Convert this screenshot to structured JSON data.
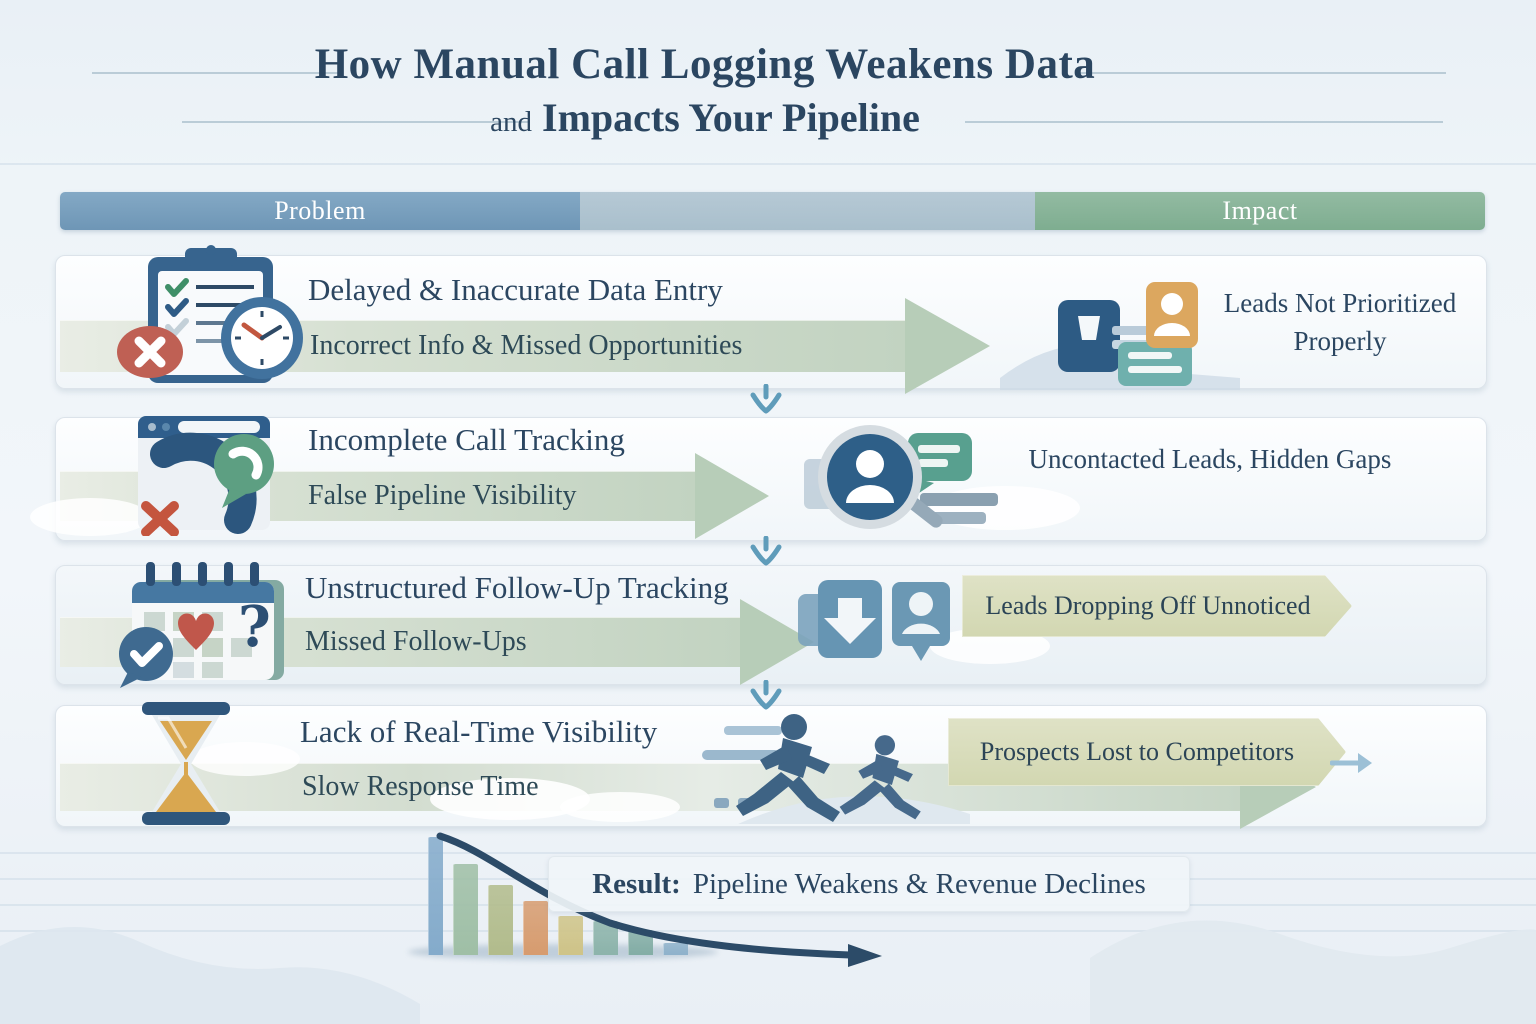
{
  "title": {
    "line1": "How Manual Call Logging Weakens Data",
    "line2_prefix": "and",
    "line2": "Impacts Your Pipeline"
  },
  "header": {
    "problem_label": "Problem",
    "impact_label": "Impact"
  },
  "rows": [
    {
      "problem_title": "Delayed & Inaccurate Data Entry",
      "problem_subtitle": "Incorrect Info & Missed Opportunities",
      "impact_text": "Leads Not Prioritized Properly",
      "problem_icon": "clipboard-checklist-clock-error-icon",
      "impact_icon": "crm-cards-lead-avatar-icon"
    },
    {
      "problem_title": "Incomplete Call Tracking",
      "problem_subtitle": "False Pipeline Visibility",
      "impact_text": "Uncontacted Leads, Hidden Gaps",
      "problem_icon": "browser-missed-call-icon",
      "impact_icon": "lead-search-magnifier-icon"
    },
    {
      "problem_title": "Unstructured Follow-Up Tracking",
      "problem_subtitle": "Missed Follow-Ups",
      "impact_text": "Leads Dropping Off Unnoticed",
      "problem_icon": "calendar-question-reminder-icon",
      "impact_icon": "lead-drop-person-icon"
    },
    {
      "problem_title": "Lack of Real-Time Visibility",
      "problem_subtitle": "Slow Response Time",
      "impact_text": "Prospects Lost to Competitors",
      "problem_icon": "hourglass-icon",
      "impact_icon": "prospects-running-icon"
    }
  ],
  "result": {
    "label": "Result:",
    "text": "Pipeline Weakens & Revenue Declines"
  },
  "glyphs": {
    "question_mark": "?"
  },
  "chart_data": {
    "type": "bar",
    "description": "Decorative declining bar chart with downward trend arrow, illustrating pipeline weakening and revenue decline",
    "categories": [
      "",
      "",
      "",
      "",
      "",
      "",
      "",
      ""
    ],
    "values": [
      100,
      77,
      59,
      46,
      33,
      29,
      21,
      10
    ],
    "bar_colors": [
      "#84abcb",
      "#9fbfa6",
      "#b2bc8c",
      "#d79c6f",
      "#cfc488",
      "#8db4ab",
      "#84aea6",
      "#8fb2cb"
    ],
    "trend_arrow_color": "#2c4b68",
    "title": "Result: Pipeline Weakens & Revenue Declines",
    "xlabel": "",
    "ylabel": "",
    "ylim": [
      0,
      100
    ],
    "grid": false,
    "legend": false
  },
  "colors": {
    "background": "#edf3f8",
    "title_text": "#2b4661",
    "header_problem": "#7ba2c0",
    "header_middle": "#afc3d0",
    "header_impact": "#88b298",
    "header_text": "#ffffff",
    "panel": "#f7fafc",
    "banner_green": "#c3d4c2",
    "impact_banner_khaki": "#d8dcb8",
    "down_arrow": "#5f9cba",
    "error_red": "#bf5f54",
    "accent_navy": "#2f5d86",
    "accent_orange": "#dca75f",
    "accent_teal": "#6fb0ad"
  }
}
